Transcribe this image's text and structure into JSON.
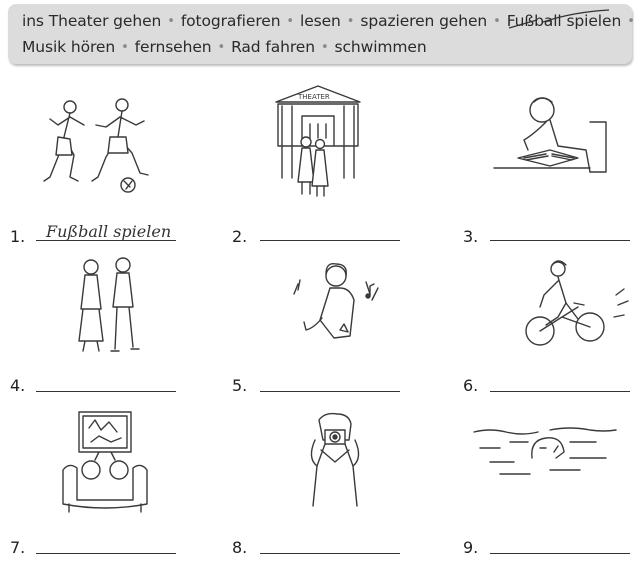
{
  "word_box": {
    "line1": [
      "ins Theater gehen",
      "fotografieren",
      "lesen",
      "spazieren gehen",
      "Fußball spielen"
    ],
    "line2": [
      "Musik hören",
      "fernsehen",
      "Rad fahren",
      "schwimmen"
    ],
    "separator": "•",
    "crossed_out": "Fußball spielen"
  },
  "exercises": [
    {
      "number": "1.",
      "answer": "Fußball spielen",
      "icon": "soccer-players-icon"
    },
    {
      "number": "2.",
      "answer": "",
      "icon": "theater-icon",
      "sign": "THEATER"
    },
    {
      "number": "3.",
      "answer": "",
      "icon": "reading-person-icon"
    },
    {
      "number": "4.",
      "answer": "",
      "icon": "walking-couple-icon"
    },
    {
      "number": "5.",
      "answer": "",
      "icon": "music-listener-icon"
    },
    {
      "number": "6.",
      "answer": "",
      "icon": "cyclist-icon"
    },
    {
      "number": "7.",
      "answer": "",
      "icon": "watching-tv-icon"
    },
    {
      "number": "8.",
      "answer": "",
      "icon": "photographer-icon"
    },
    {
      "number": "9.",
      "answer": "",
      "icon": "swimmer-icon"
    }
  ]
}
